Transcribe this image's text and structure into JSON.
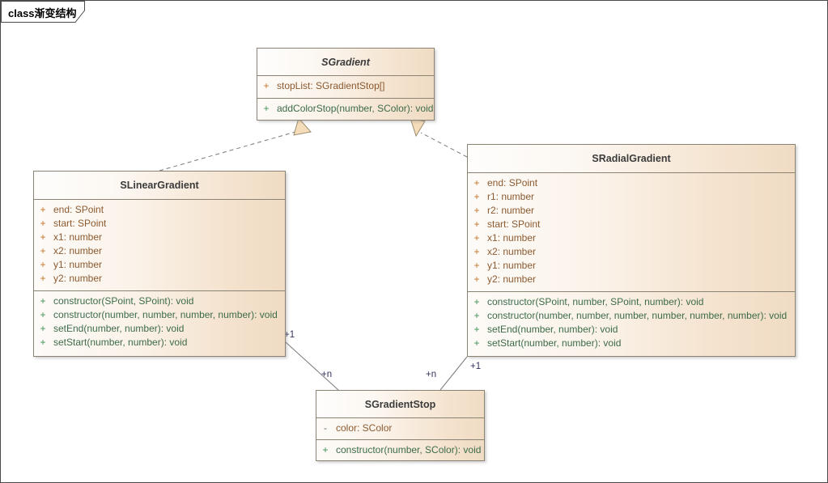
{
  "diagram": {
    "frame_label": "class渐变结构",
    "background_color": "#ffffff",
    "border_color": "#4a4a4a"
  },
  "palette": {
    "class_border": "#8a8272",
    "fill_left": "#fdfbf8",
    "fill_right": "#f0dcc4",
    "attribute_text": "#8b5a30",
    "attribute_visibility": "#c4742a",
    "operation_text": "#3c6b49",
    "operation_visibility": "#3f9157",
    "title_text": "#3b3b3b",
    "connector_line": "#7a7a7a",
    "multiplicity_text": "#33335c",
    "arrow_fill": "#f6ddb9"
  },
  "classes": {
    "sgradient": {
      "name": "SGradient",
      "abstract": true,
      "attributes": [
        {
          "visibility": "+",
          "signature": "stopList: SGradientStop[]"
        }
      ],
      "operations": [
        {
          "visibility": "+",
          "signature": "addColorStop(number, SColor): void"
        }
      ]
    },
    "slineargradient": {
      "name": "SLinearGradient",
      "abstract": false,
      "attributes": [
        {
          "visibility": "+",
          "signature": "end: SPoint"
        },
        {
          "visibility": "+",
          "signature": "start: SPoint"
        },
        {
          "visibility": "+",
          "signature": "x1: number"
        },
        {
          "visibility": "+",
          "signature": "x2: number"
        },
        {
          "visibility": "+",
          "signature": "y1: number"
        },
        {
          "visibility": "+",
          "signature": "y2: number"
        }
      ],
      "operations": [
        {
          "visibility": "+",
          "signature": "constructor(SPoint, SPoint): void"
        },
        {
          "visibility": "+",
          "signature": "constructor(number, number, number, number): void"
        },
        {
          "visibility": "+",
          "signature": "setEnd(number, number): void"
        },
        {
          "visibility": "+",
          "signature": "setStart(number, number): void"
        }
      ]
    },
    "sradialgradient": {
      "name": "SRadialGradient",
      "abstract": false,
      "attributes": [
        {
          "visibility": "+",
          "signature": "end: SPoint"
        },
        {
          "visibility": "+",
          "signature": "r1: number"
        },
        {
          "visibility": "+",
          "signature": "r2: number"
        },
        {
          "visibility": "+",
          "signature": "start: SPoint"
        },
        {
          "visibility": "+",
          "signature": "x1: number"
        },
        {
          "visibility": "+",
          "signature": "x2: number"
        },
        {
          "visibility": "+",
          "signature": "y1: number"
        },
        {
          "visibility": "+",
          "signature": "y2: number"
        }
      ],
      "operations": [
        {
          "visibility": "+",
          "signature": "constructor(SPoint, number, SPoint, number): void"
        },
        {
          "visibility": "+",
          "signature": "constructor(number, number, number, number, number, number): void"
        },
        {
          "visibility": "+",
          "signature": "setEnd(number, number): void"
        },
        {
          "visibility": "+",
          "signature": "setStart(number, number): void"
        }
      ]
    },
    "sgradientstop": {
      "name": "SGradientStop",
      "abstract": false,
      "attributes": [
        {
          "visibility": "-",
          "signature": "color: SColor"
        }
      ],
      "operations": [
        {
          "visibility": "+",
          "signature": "constructor(number, SColor): void"
        }
      ]
    }
  },
  "connectors": {
    "linear_realizes_gradient": {
      "type": "realization",
      "from": "SLinearGradient",
      "to": "SGradient"
    },
    "radial_realizes_gradient": {
      "type": "realization",
      "from": "SRadialGradient",
      "to": "SGradient"
    },
    "linear_to_stop": {
      "type": "association",
      "from": "SLinearGradient",
      "to": "SGradientStop",
      "source_multiplicity": "+1",
      "target_multiplicity": "+n"
    },
    "radial_to_stop": {
      "type": "association",
      "from": "SRadialGradient",
      "to": "SGradientStop",
      "source_multiplicity": "+1",
      "target_multiplicity": "+n"
    }
  },
  "multiplicities": {
    "linear_source": "+1",
    "linear_target": "+n",
    "radial_source": "+1",
    "radial_target": "+n"
  }
}
